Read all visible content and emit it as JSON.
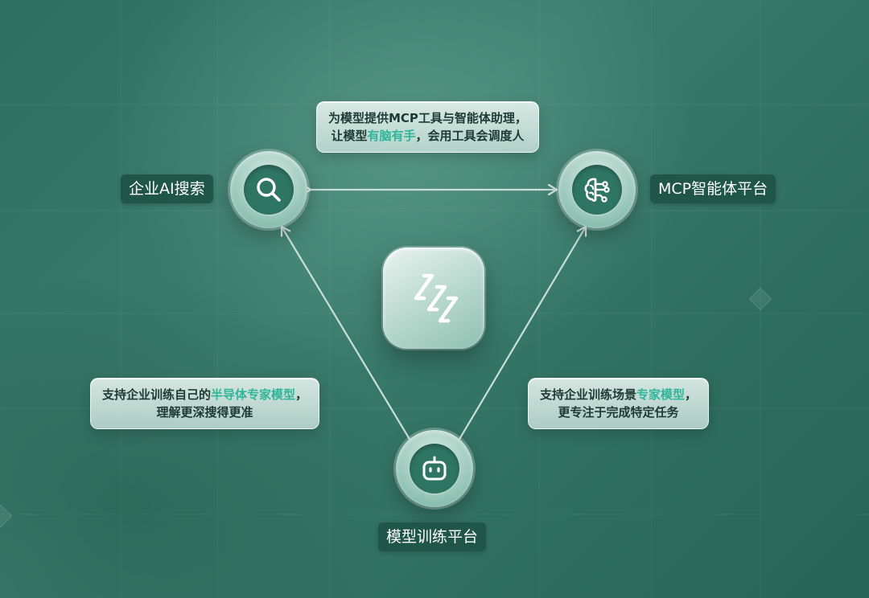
{
  "nodes": {
    "search": {
      "label": "企业AI搜索",
      "icon": "search-icon"
    },
    "mcp": {
      "label": "MCP智能体平台",
      "icon": "brain-icon"
    },
    "training": {
      "label": "模型训练平台",
      "icon": "robot-icon"
    }
  },
  "center_logo": {
    "icon": "brand-logo-icon"
  },
  "callouts": {
    "top": {
      "line1": "为模型提供MCP工具与智能体助理，",
      "line2_pre": "让模型",
      "line2_hl": "有脑有手",
      "line2_post": "，会用工具会调度人"
    },
    "left": {
      "line1_pre": "支持企业训练自己的",
      "line1_hl": "半导体专家模型",
      "line1_post": "，",
      "line2": "理解更深搜得更准"
    },
    "right": {
      "line1_pre": "支持企业训练场景",
      "line1_hl": "专家模型",
      "line1_post": "，",
      "line2": "更专注于完成特定任务"
    }
  },
  "colors": {
    "background": "#3a7a6a",
    "highlight": "#2fb69a",
    "label_bg": "#1f5647",
    "node_inner": "#2f7563"
  }
}
